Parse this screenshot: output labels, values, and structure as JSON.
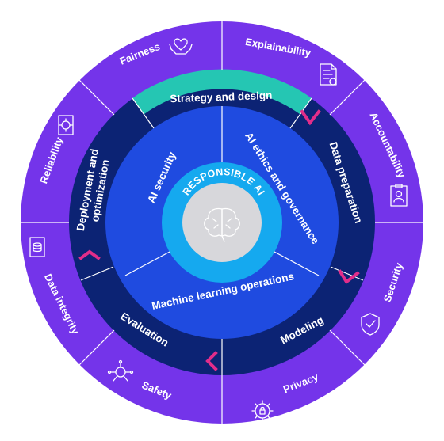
{
  "colors": {
    "outer_ring": "#7434ea",
    "phase_ring": "#0c2374",
    "strategy_segment": "#25c6b3",
    "inner_ring": "#1f4be0",
    "core_ring": "#15a9ef",
    "center": "#d7d7db",
    "chevron": "#e12d8a",
    "divider": "#ffffff"
  },
  "core": {
    "label": "RESPONSIBLE AI",
    "icon": "brain-icon"
  },
  "inner_ring": [
    {
      "label": "AI security"
    },
    {
      "label": "AI ethics and governance"
    },
    {
      "label": "Machine learning operations"
    }
  ],
  "lifecycle_phases": [
    {
      "label": "Strategy and design"
    },
    {
      "label": "Data preparation"
    },
    {
      "label": "Modeling"
    },
    {
      "label": "Evaluation"
    },
    {
      "label": "Deployment and optimization"
    }
  ],
  "principles": [
    {
      "label": "Explainability",
      "icon": "document-check-icon"
    },
    {
      "label": "Accountability",
      "icon": "clipboard-person-icon"
    },
    {
      "label": "Security",
      "icon": "shield-check-icon"
    },
    {
      "label": "Privacy",
      "icon": "gear-lock-icon"
    },
    {
      "label": "Safety",
      "icon": "circuit-shield-icon"
    },
    {
      "label": "Data integrity",
      "icon": "database-document-icon"
    },
    {
      "label": "Reliability",
      "icon": "gear-document-icon"
    },
    {
      "label": "Fairness",
      "icon": "hands-heart-icon"
    }
  ]
}
